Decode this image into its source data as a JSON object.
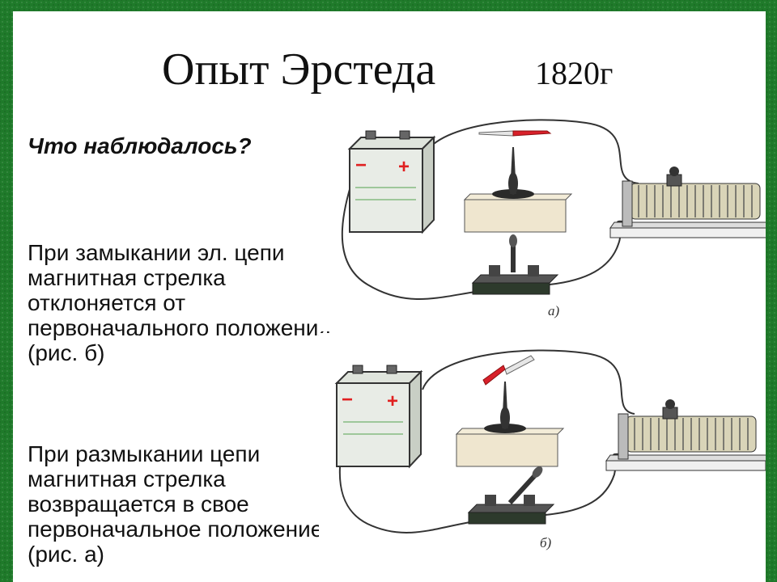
{
  "slide": {
    "title": "Опыт Эрстеда",
    "year": "1820г",
    "question": "Что наблюдалось?",
    "paragraph_close": "При замыкании эл. цепи  магнитная стрелка отклоняется от первоначального положения. (рис. б)",
    "paragraph_open": "При размыкании цепи магнитная стрелка возвращается в свое первоначальное положение. (рис. а)"
  },
  "figures": {
    "a": {
      "label": "а)",
      "battery_minus": "−",
      "battery_plus": "+"
    },
    "b": {
      "label": "б)",
      "battery_minus": "−",
      "battery_plus": "+"
    }
  },
  "colors": {
    "frame": "#1f7a2a",
    "battery_body": "#e8ece6",
    "battery_sign": "#e02020",
    "needle_red": "#d8202a",
    "wood": "#efe6cf",
    "base_dark": "#2d3a2c"
  }
}
